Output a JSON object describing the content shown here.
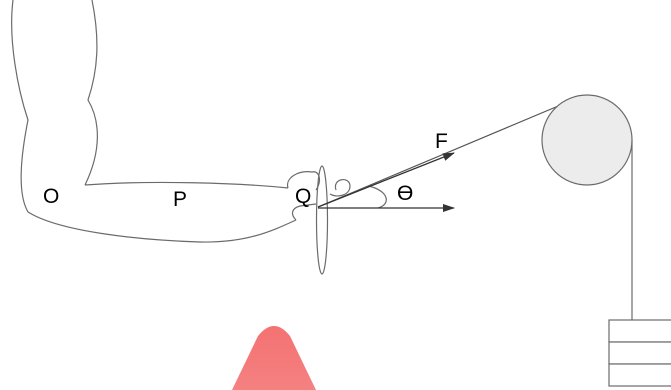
{
  "labels": {
    "O": "O",
    "P": "P",
    "Q": "Q",
    "F": "F",
    "theta": "ϴ"
  },
  "colors": {
    "stroke": "#6b6b6b",
    "pulley_fill": "#ececec",
    "arrow": "#333333",
    "watermark": "#f25a5a",
    "label": "#000000"
  }
}
